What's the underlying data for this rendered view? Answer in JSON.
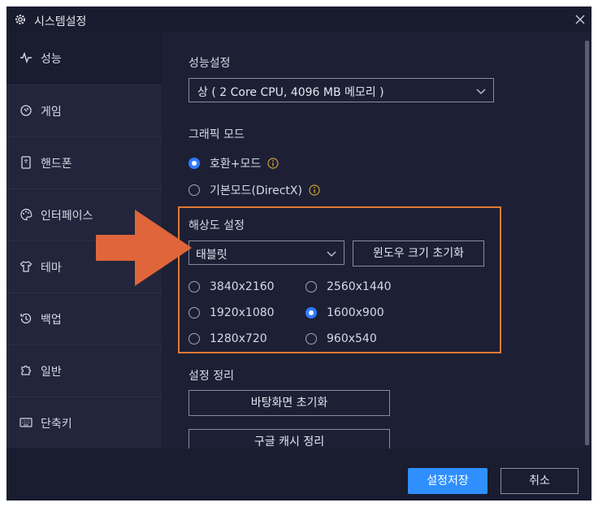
{
  "window": {
    "title": "시스템설정"
  },
  "sidebar": {
    "items": [
      {
        "label": "성능",
        "icon": "pulse-icon"
      },
      {
        "label": "게임",
        "icon": "gamepad-icon"
      },
      {
        "label": "핸드폰",
        "icon": "phone-icon"
      },
      {
        "label": "인터페이스",
        "icon": "palette-icon"
      },
      {
        "label": "테마",
        "icon": "shirt-icon"
      },
      {
        "label": "백업",
        "icon": "history-icon"
      },
      {
        "label": "일반",
        "icon": "puzzle-icon"
      },
      {
        "label": "단축키",
        "icon": "keyboard-icon"
      }
    ],
    "active_index": 0
  },
  "performance": {
    "heading": "성능설정",
    "selected": "상 ( 2 Core CPU, 4096 MB 메모리 )"
  },
  "graphics": {
    "heading": "그래픽 모드",
    "options": [
      {
        "label": "호환+모드",
        "selected": true
      },
      {
        "label": "기본모드(DirectX)",
        "selected": false
      }
    ]
  },
  "resolution": {
    "heading": "해상도 설정",
    "device_selected": "태블릿",
    "reset_window_label": "윈도우 크기 초기화",
    "options": [
      {
        "label": "3840x2160",
        "selected": false
      },
      {
        "label": "2560x1440",
        "selected": false
      },
      {
        "label": "1920x1080",
        "selected": false
      },
      {
        "label": "1600x900",
        "selected": true
      },
      {
        "label": "1280x720",
        "selected": false
      },
      {
        "label": "960x540",
        "selected": false
      }
    ]
  },
  "cleanup": {
    "heading": "설정 정리",
    "reset_desktop_label": "바탕화면 초기화",
    "clear_google_cache_label": "구글 캐시 정리"
  },
  "footer": {
    "save_label": "설정저장",
    "cancel_label": "취소"
  },
  "colors": {
    "accent": "#2f8fff",
    "highlight": "#e07a33",
    "arrow": "#e0653a",
    "background": "#1d2035"
  }
}
